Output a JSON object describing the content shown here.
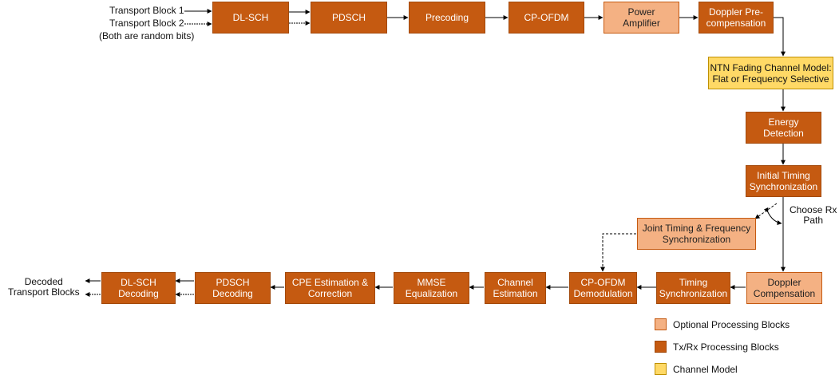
{
  "colors": {
    "tx_rx": "#c55a11",
    "optional": "#f4b183",
    "channel": "#ffd966"
  },
  "inputs": {
    "tb1": "Transport Block 1",
    "tb2": "Transport Block 2",
    "note": "(Both are random bits)"
  },
  "blocks": {
    "dlsch": "DL-SCH",
    "pdsch": "PDSCH",
    "precoding": "Precoding",
    "cpofdm": "CP-OFDM",
    "power_amp": "Power\nAmplifier",
    "doppler_pre": "Doppler Pre-\ncompensation",
    "ntn_channel": "NTN Fading Channel Model:\nFlat or Frequency Selective",
    "energy_detect": "Energy\nDetection",
    "initial_timing": "Initial Timing\nSynchronization",
    "joint_sync": "Joint Timing & Frequency\nSynchronization",
    "doppler_comp": "Doppler\nCompensation",
    "timing_sync": "Timing\nSynchronization",
    "cpofdm_demod": "CP-OFDM\nDemodulation",
    "channel_est": "Channel\nEstimation",
    "mmse_eq": "MMSE\nEqualization",
    "cpe": "CPE Estimation &\nCorrection",
    "pdsch_dec": "PDSCH\nDecoding",
    "dlsch_dec": "DL-SCH\nDecoding"
  },
  "labels": {
    "choose_rx": "Choose Rx\nPath",
    "output": "Decoded\nTransport Blocks"
  },
  "legend": {
    "optional": "Optional Processing Blocks",
    "tx_rx": "Tx/Rx Processing Blocks",
    "channel": "Channel Model"
  }
}
